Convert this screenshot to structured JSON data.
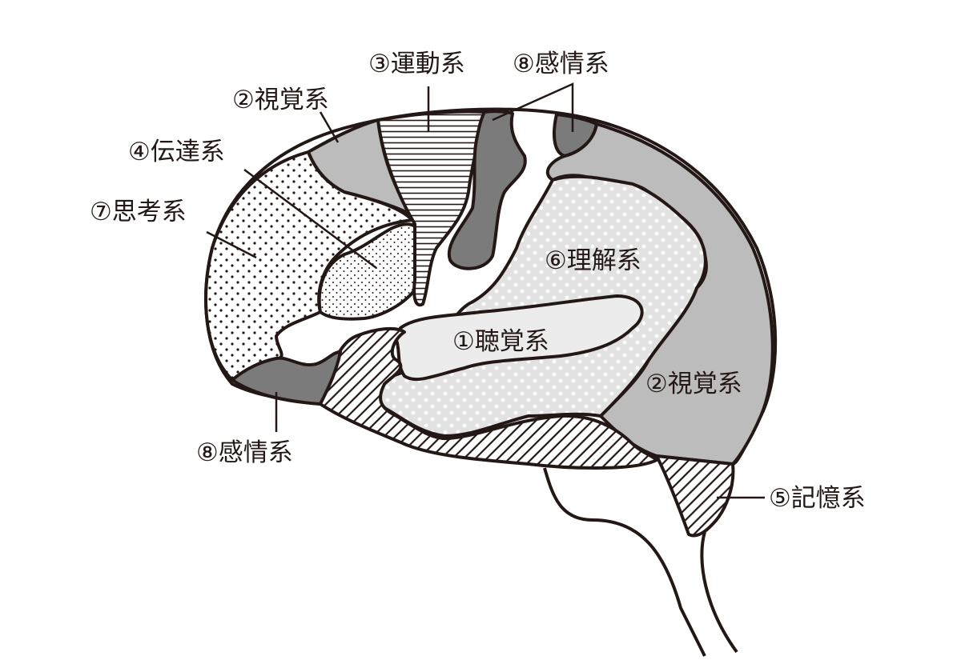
{
  "colors": {
    "outline": "#231815",
    "visual_gray": "#bcbcbc",
    "emotion_dark": "#7b7b7b",
    "auditory_light": "#ececec",
    "understanding_base": "#e2e2e2"
  },
  "labels": {
    "motor": "③運動系",
    "emotion_top": "⑧感情系",
    "visual_top": "②視覚系",
    "transmission": "④伝達系",
    "thinking": "⑦思考系",
    "understanding": "⑥理解系",
    "auditory": "①聴覚系",
    "visual_right": "②視覚系",
    "emotion_bottom": "⑧感情系",
    "memory": "⑤記憶系"
  }
}
